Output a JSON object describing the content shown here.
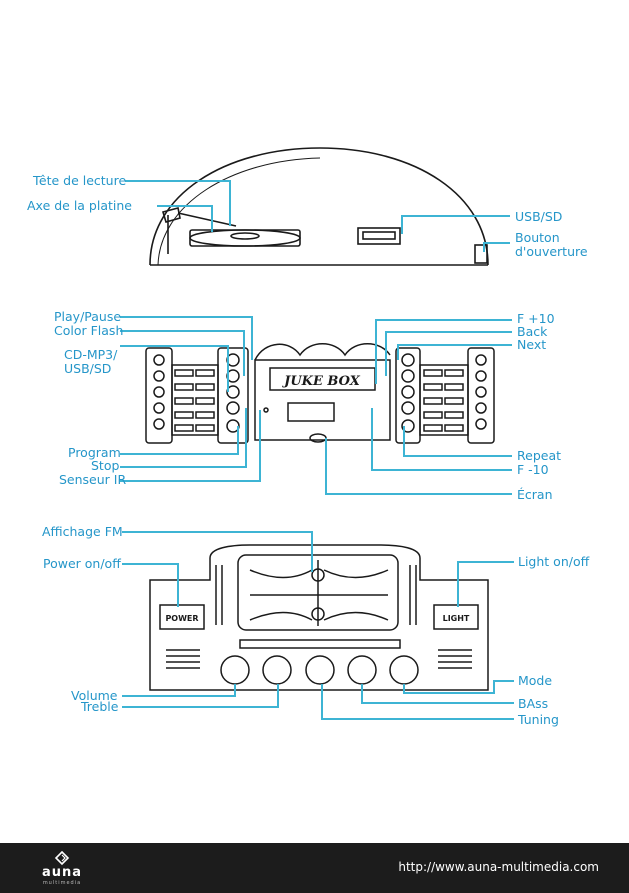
{
  "section1": {
    "labels": {
      "tonearm": "Tête de lecture",
      "platter_axis": "Axe de la platine",
      "usb_sd": "USB/SD",
      "open_button_line1": "Bouton",
      "open_button_line2": "d'ouverture"
    }
  },
  "section2": {
    "device_logo": "JUKE BOX",
    "labels": {
      "play_pause": "Play/Pause",
      "color_flash": "Color Flash",
      "cd_mp3_line1": "CD-MP3/",
      "cd_mp3_line2": "USB/SD",
      "program": "Program",
      "stop": "Stop",
      "ir_sensor": "Senseur IR",
      "f_plus_10": "F +10",
      "back": "Back",
      "next": "Next",
      "repeat": "Repeat",
      "f_minus_10": "F -10",
      "screen": "Écran"
    }
  },
  "section3": {
    "power_button": "POWER",
    "light_button": "LIGHT",
    "labels": {
      "fm_display": "Affichage FM",
      "power": "Power on/off",
      "light": "Light on/off",
      "mode": "Mode",
      "volume": "Volume",
      "treble": "Treble",
      "bass": "BAss",
      "tuning": "Tuning"
    }
  },
  "footer": {
    "brand": "auna",
    "brand_sub": "multimedia",
    "url": "http://www.auna-multimedia.com"
  },
  "colors": {
    "accent": "#2596c9",
    "line": "#3db4d4",
    "footer_bg": "#1c1c1c"
  }
}
